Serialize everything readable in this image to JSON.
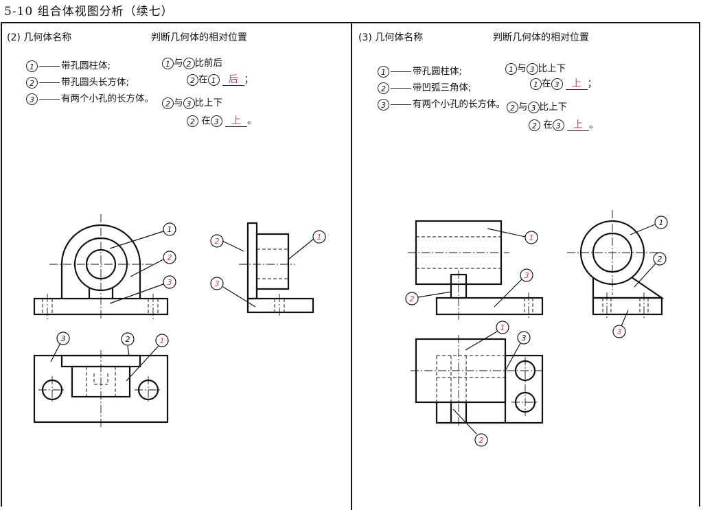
{
  "page_title": "5-10  组合体视图分析（续七）",
  "left": {
    "panel_label": "(2) 几何体名称",
    "relation_heading": "判断几何体的相对位置",
    "parts": [
      {
        "num": "1",
        "name": "带孔圆柱体;"
      },
      {
        "num": "2",
        "name": "带孔圆头长方体;"
      },
      {
        "num": "3",
        "name": "有两个小孔的长方体。"
      }
    ],
    "relations": [
      {
        "a": "1",
        "b": "2",
        "relation": "比前后",
        "subject": "2",
        "ref": "1",
        "answer": "后",
        "end": "；"
      },
      {
        "a": "2",
        "b": "3",
        "relation": "比上下",
        "subject": "2",
        "ref": "3",
        "answer": "上",
        "end": "。"
      }
    ],
    "callouts": {
      "front": [
        "1",
        "2",
        "3"
      ],
      "side": [
        "2",
        "1",
        "3"
      ],
      "top": [
        "3",
        "2",
        "1"
      ]
    }
  },
  "right": {
    "panel_label": "(3) 几何体名称",
    "relation_heading": "判断几何体的相对位置",
    "parts": [
      {
        "num": "1",
        "name": "带孔圆柱体;"
      },
      {
        "num": "2",
        "name": "带凹弧三角体;"
      },
      {
        "num": "3",
        "name": "有两个小孔的长方体。"
      }
    ],
    "relations": [
      {
        "a": "1",
        "b": "3",
        "relation": "比上下",
        "subject": "1",
        "ref": "3",
        "answer": "上",
        "end": "；"
      },
      {
        "a": "2",
        "b": "3",
        "relation": "比上下",
        "subject": "2",
        "ref": "3",
        "answer": "上",
        "end": "。"
      }
    ],
    "callouts": {
      "front": [
        "1",
        "3",
        "2"
      ],
      "side": [
        "1",
        "2",
        "3"
      ],
      "top": [
        "1",
        "3",
        "2"
      ]
    }
  },
  "colors": {
    "ink": "#111111",
    "answer": "#e0306a"
  },
  "symbols": {
    "connector": "—",
    "with": "与",
    "at": "在"
  }
}
